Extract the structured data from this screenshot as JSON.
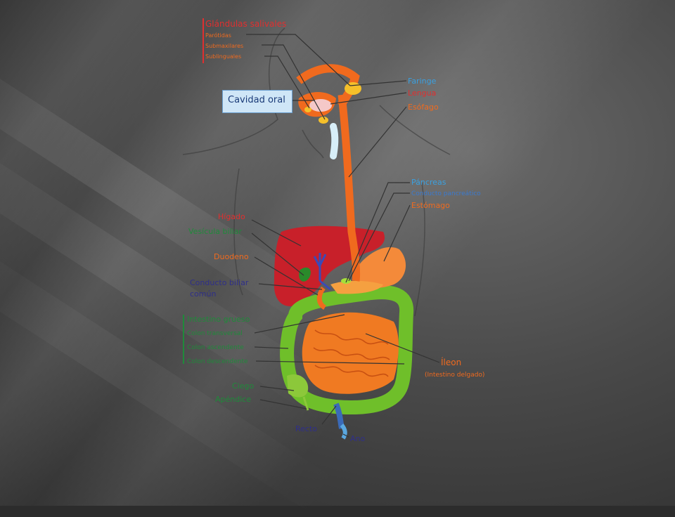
{
  "labels": {
    "glandulas": "Glándulas salivales",
    "parotidas": "Parótidas",
    "submaxilares": "Submaxilares",
    "sublinguales": "Sublinguales",
    "cavidad_oral": "Cavidad oral",
    "faringe": "Faringe",
    "lengua": "Lengua",
    "esofago": "Esófago",
    "pancreas": "Páncreas",
    "conducto_pancreatico": "Conducto pancreático",
    "estomago": "Estómago",
    "higado": "Hígado",
    "vesicula": "Vesícula biliar",
    "duodeno": "Duodeno",
    "conducto_biliar_1": "Conducto biliar",
    "conducto_biliar_2": "común",
    "intestino_grueso": "Intestino grueso",
    "colon_transversal": "Colon transversal",
    "colon_ascendente": "Colon ascendente",
    "colon_descendente": "Colon descendente",
    "ileon": "Íleon",
    "intestino_delgado": "(Intestino delgado)",
    "ciego": "Ciego",
    "apendice": "Apéndice",
    "recto": "Recto",
    "ano": "Ano"
  },
  "colors": {
    "red": "#e02f2f",
    "orange": "#f06a1e",
    "blue": "#3aa0e0",
    "green": "#1f8a3a",
    "navy": "#2f2f8a"
  }
}
